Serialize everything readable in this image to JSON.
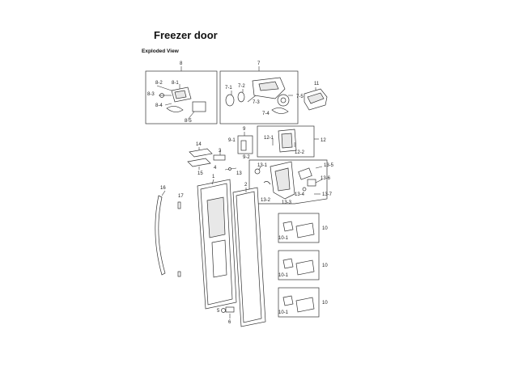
{
  "page": {
    "title": "Freezer door",
    "subtitle": "Exploded View"
  },
  "callouts": {
    "c1": "1",
    "c2": "2",
    "c3": "3",
    "c4": "4",
    "c5": "5",
    "c6": "6",
    "c7": "7",
    "c7_1": "7-1",
    "c7_2": "7-2",
    "c7_3": "7-3",
    "c7_4": "7-4",
    "c7_5": "7-5",
    "c8": "8",
    "c8_1": "8-1",
    "c8_2": "8-2",
    "c8_3": "8-3",
    "c8_4": "8-4",
    "c8_5": "8-5",
    "c9": "9",
    "c9_1": "9-1",
    "c9_2": "9-2",
    "c10a": "10",
    "c10b": "10",
    "c10c": "10",
    "c10_1a": "10-1",
    "c10_1b": "10-1",
    "c10_1c": "10-1",
    "c11": "11",
    "c12": "12",
    "c12_1": "12-1",
    "c12_2": "12-2",
    "c13": "13",
    "c13_1": "13-1",
    "c13_2": "13-2",
    "c13_3": "13-3",
    "c13_4": "13-4",
    "c13_5": "13-5",
    "c13_6": "13-6",
    "c13_7": "13-7",
    "c14": "14",
    "c15": "15",
    "c16": "16",
    "c17": "17"
  }
}
